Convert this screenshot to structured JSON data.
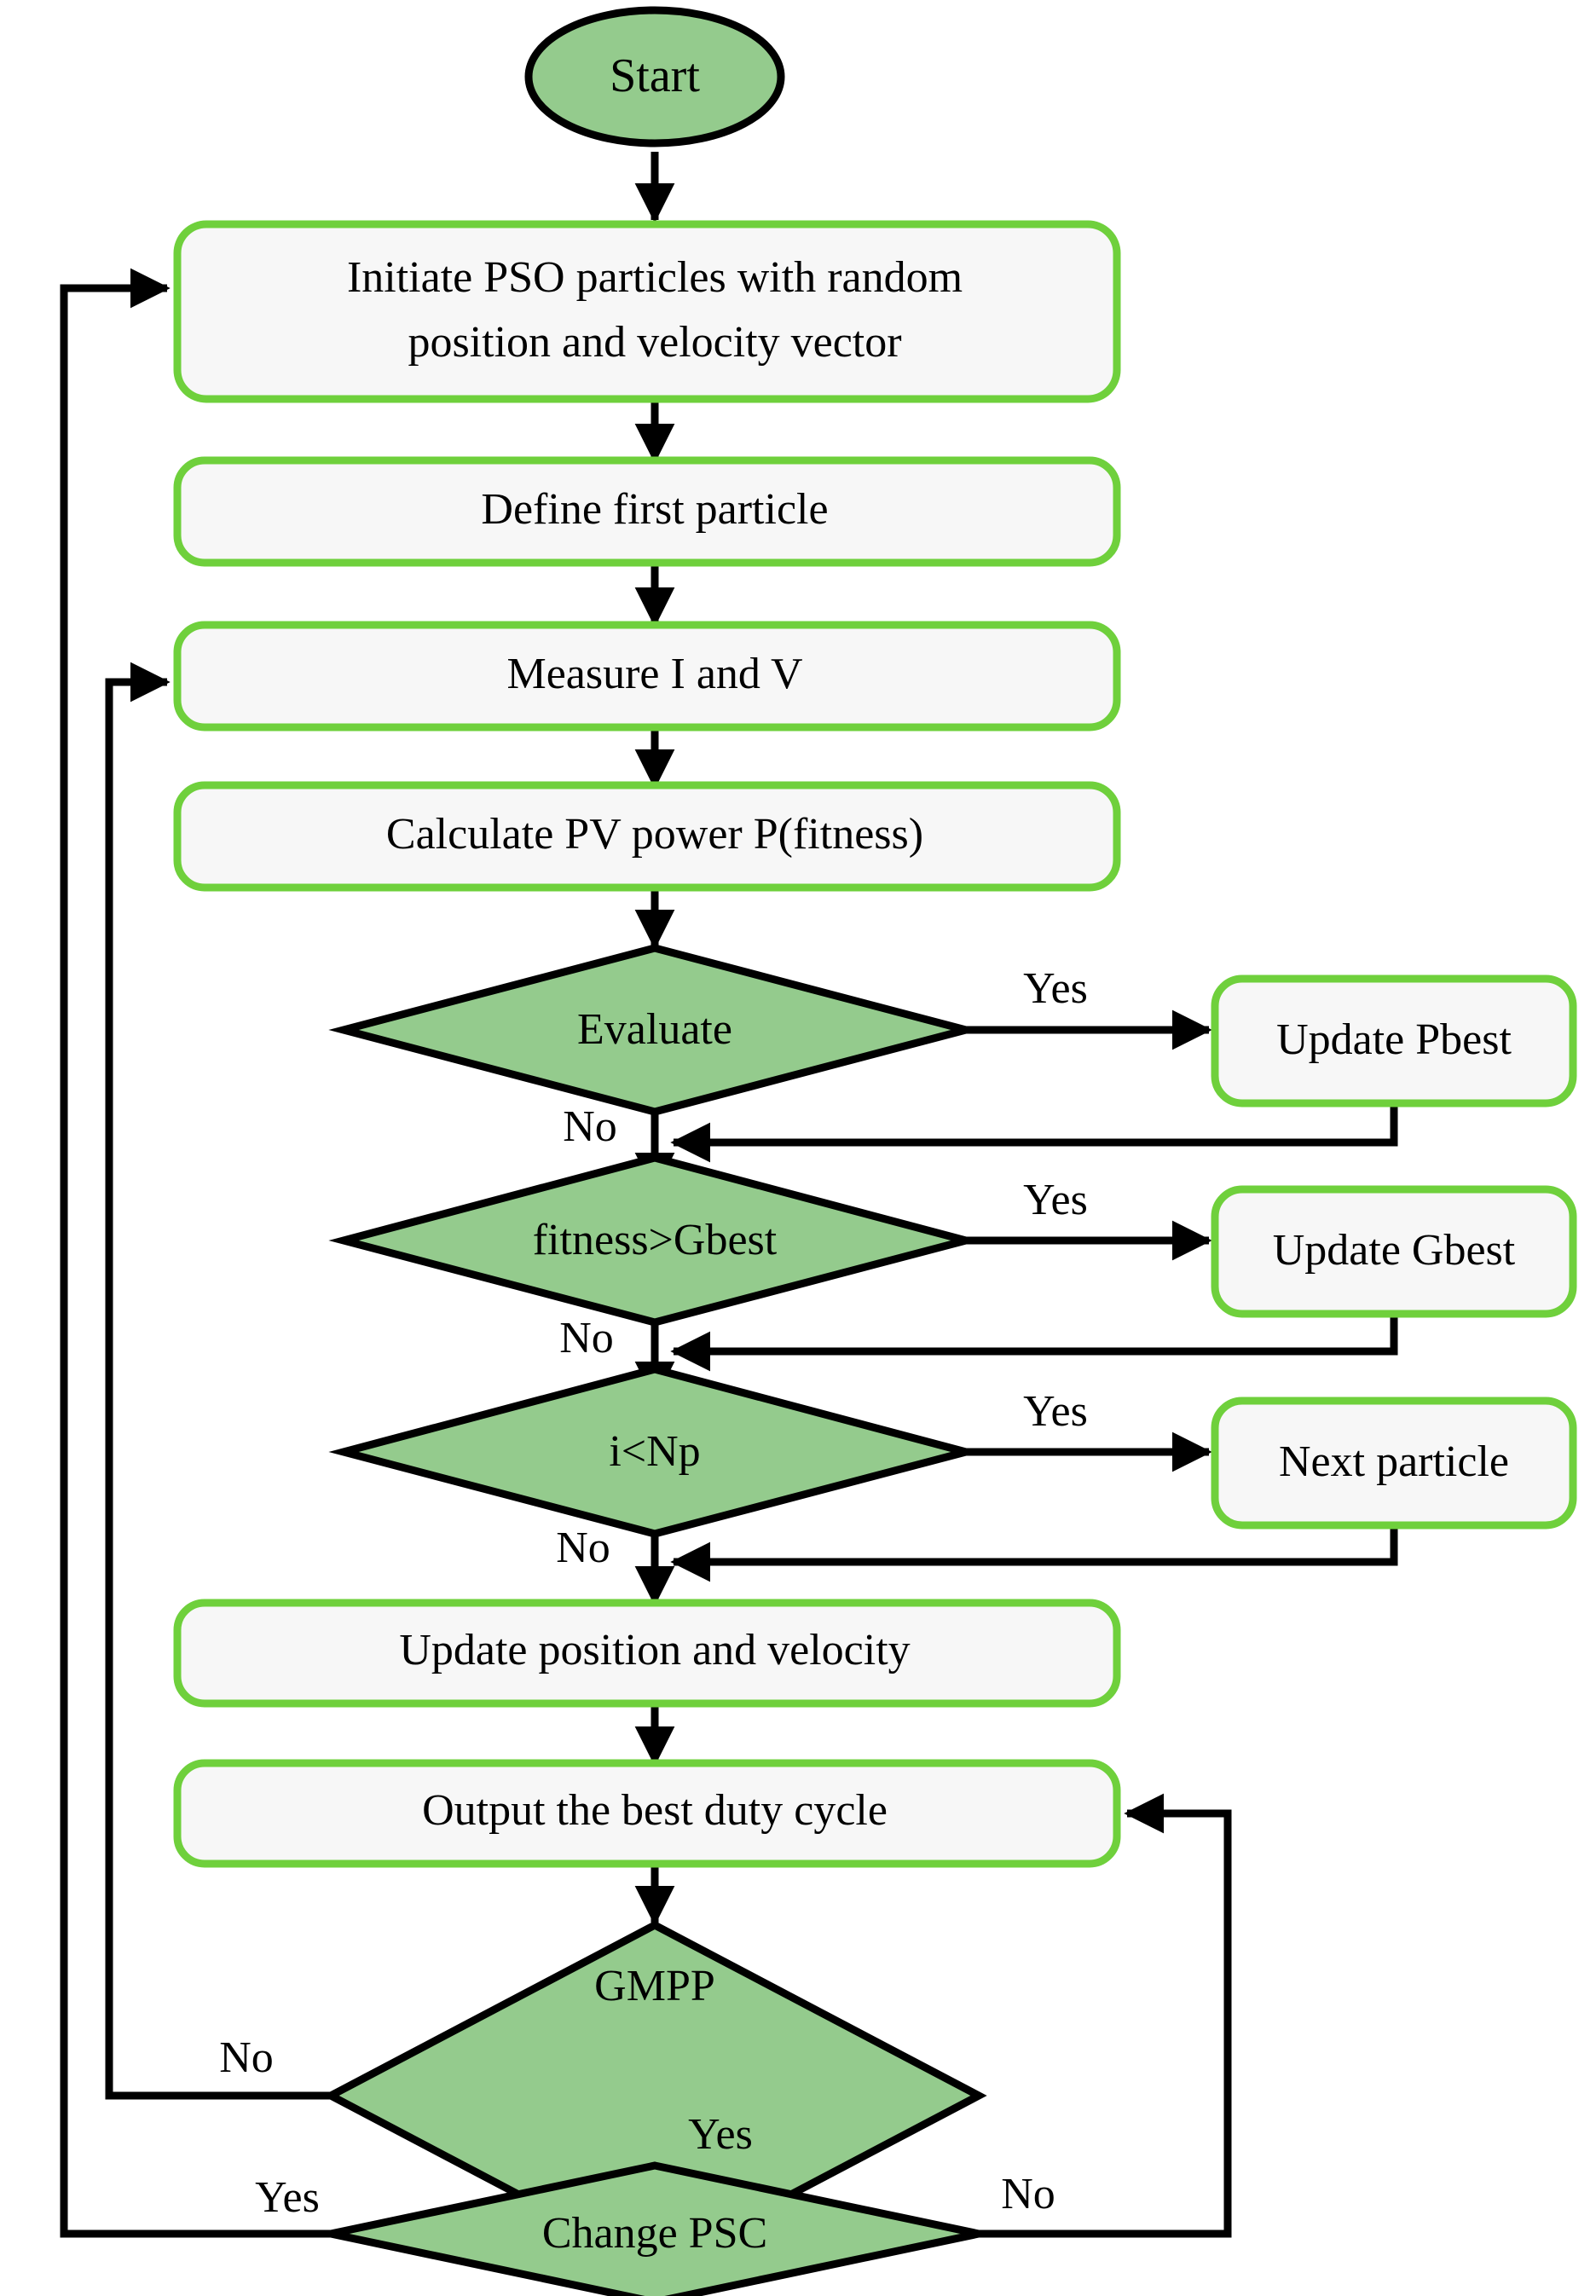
{
  "diagram": {
    "title": "PSO MPPT flowchart",
    "colors": {
      "box_fill": "#F7F7F7",
      "box_border": "#6FD03C",
      "decision_fill": "#94CB8D",
      "decision_border": "#000000",
      "terminator_fill": "#94CB8D",
      "connector": "#000000",
      "background": "#FFFFFF"
    },
    "nodes": [
      {
        "id": "start",
        "type": "terminator",
        "label": "Start"
      },
      {
        "id": "init",
        "type": "process",
        "label": "Initiate PSO particles with random",
        "label2": "position and velocity vector"
      },
      {
        "id": "define",
        "type": "process",
        "label": "Define first particle"
      },
      {
        "id": "measure",
        "type": "process",
        "label": "Measure I and V"
      },
      {
        "id": "calc",
        "type": "process",
        "label": "Calculate PV power P(fitness)"
      },
      {
        "id": "evaluate",
        "type": "decision",
        "label": "Evaluate"
      },
      {
        "id": "update_pbest",
        "type": "process",
        "label": "Update Pbest"
      },
      {
        "id": "fitness_gbest",
        "type": "decision",
        "label": "fitness>Gbest"
      },
      {
        "id": "update_gbest",
        "type": "process",
        "label": "Update Gbest"
      },
      {
        "id": "i_lt_np",
        "type": "decision",
        "label": "i<Np"
      },
      {
        "id": "next_particle",
        "type": "process",
        "label": "Next particle"
      },
      {
        "id": "update_pos",
        "type": "process",
        "label": "Update position and velocity"
      },
      {
        "id": "output_duty",
        "type": "process",
        "label": "Output the best duty cycle"
      },
      {
        "id": "gmpp",
        "type": "decision",
        "label": "GMPP"
      },
      {
        "id": "change_psc",
        "type": "decision",
        "label": "Change PSC"
      }
    ],
    "edges": [
      {
        "from": "start",
        "to": "init",
        "label": ""
      },
      {
        "from": "init",
        "to": "define",
        "label": ""
      },
      {
        "from": "define",
        "to": "measure",
        "label": ""
      },
      {
        "from": "measure",
        "to": "calc",
        "label": ""
      },
      {
        "from": "calc",
        "to": "evaluate",
        "label": ""
      },
      {
        "from": "evaluate",
        "to": "update_pbest",
        "label": "Yes"
      },
      {
        "from": "evaluate",
        "to": "fitness_gbest",
        "label": "No"
      },
      {
        "from": "update_pbest",
        "to": "fitness_gbest",
        "label": ""
      },
      {
        "from": "fitness_gbest",
        "to": "update_gbest",
        "label": "Yes"
      },
      {
        "from": "fitness_gbest",
        "to": "i_lt_np",
        "label": "No"
      },
      {
        "from": "update_gbest",
        "to": "i_lt_np",
        "label": ""
      },
      {
        "from": "i_lt_np",
        "to": "next_particle",
        "label": "Yes"
      },
      {
        "from": "i_lt_np",
        "to": "update_pos",
        "label": "No"
      },
      {
        "from": "next_particle",
        "to": "update_pos",
        "label": ""
      },
      {
        "from": "update_pos",
        "to": "output_duty",
        "label": ""
      },
      {
        "from": "output_duty",
        "to": "gmpp",
        "label": ""
      },
      {
        "from": "gmpp",
        "to": "measure",
        "label": "No"
      },
      {
        "from": "gmpp",
        "to": "change_psc",
        "label": "Yes"
      },
      {
        "from": "change_psc",
        "to": "init",
        "label": "Yes"
      },
      {
        "from": "change_psc",
        "to": "output_duty",
        "label": "No"
      }
    ],
    "edge_labels": {
      "evaluate_yes": "Yes",
      "evaluate_no": "No",
      "gbest_yes": "Yes",
      "gbest_no": "No",
      "np_yes": "Yes",
      "np_no": "No",
      "gmpp_no": "No",
      "gmpp_yes": "Yes",
      "psc_yes": "Yes",
      "psc_no": "No"
    }
  }
}
